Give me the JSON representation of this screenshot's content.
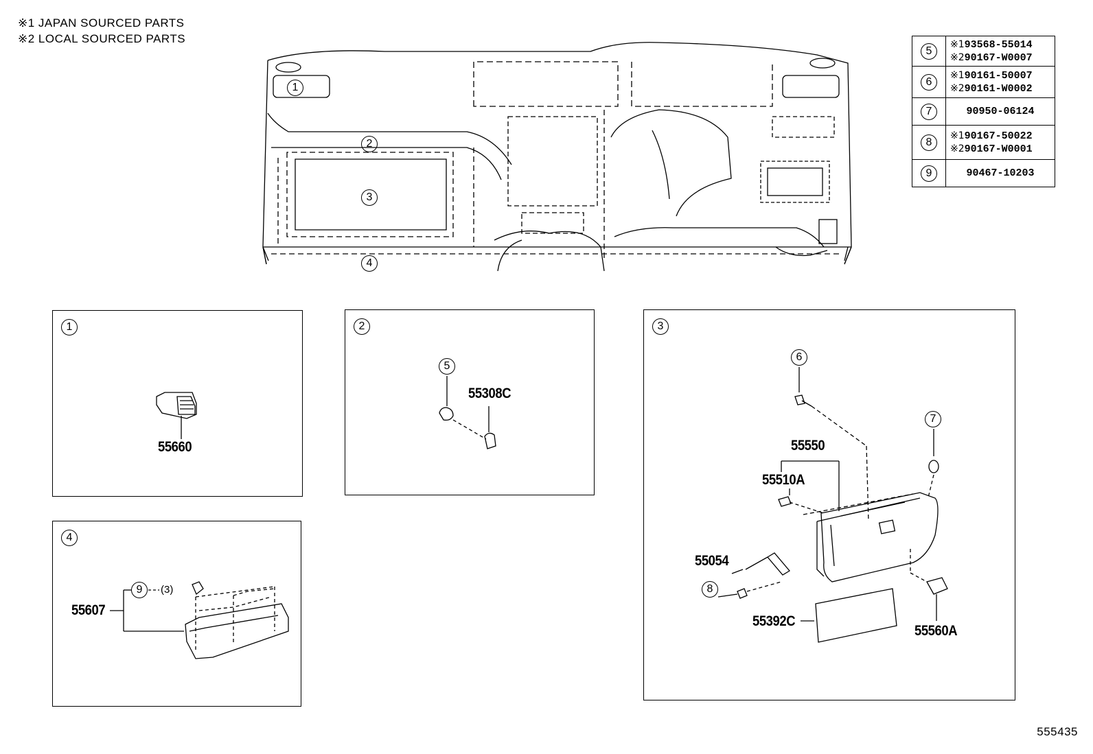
{
  "legend": {
    "line1": "※1 JAPAN SOURCED PARTS",
    "line2": "※2 LOCAL SOURCED PARTS"
  },
  "callouts": {
    "c1": "1",
    "c2": "2",
    "c3": "3",
    "c4": "4",
    "c5": "5",
    "c6": "6",
    "c7": "7",
    "c8": "8",
    "c9": "9"
  },
  "parts_table": [
    {
      "ref": "5",
      "lines": [
        {
          "mark": "※1",
          "num": "93568-55014"
        },
        {
          "mark": "※2",
          "num": "90167-W0007"
        }
      ]
    },
    {
      "ref": "6",
      "lines": [
        {
          "mark": "※1",
          "num": "90161-50007"
        },
        {
          "mark": "※2",
          "num": "90161-W0002"
        }
      ]
    },
    {
      "ref": "7",
      "single": "90950-06124"
    },
    {
      "ref": "8",
      "lines": [
        {
          "mark": "※1",
          "num": "90167-50022"
        },
        {
          "mark": "※2",
          "num": "90167-W0001"
        }
      ]
    },
    {
      "ref": "9",
      "single": "90467-10203"
    }
  ],
  "part_numbers": {
    "p55660": "55660",
    "p55308C": "55308C",
    "p55550": "55550",
    "p55510A": "55510A",
    "p55054": "55054",
    "p55392C": "55392C",
    "p55560A": "55560A",
    "p55607": "55607"
  },
  "qty_note": "(3)",
  "figure_id": "555435"
}
